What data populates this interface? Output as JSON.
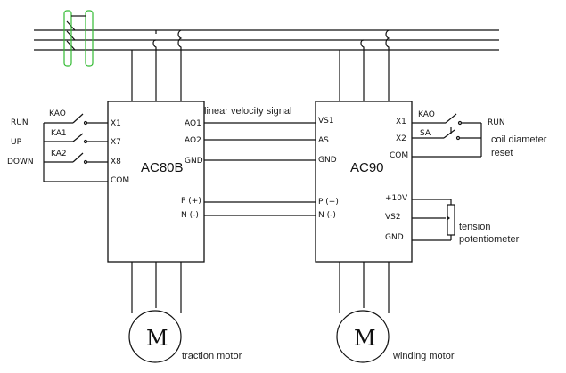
{
  "drives": {
    "left": {
      "name": "AC80B",
      "inputs": [
        "X1",
        "X7",
        "X8",
        "COM"
      ],
      "outputs": [
        "AO1",
        "AO2",
        "GND"
      ],
      "dc": [
        "P (+)",
        "N (-)"
      ]
    },
    "right": {
      "name": "AC90",
      "inputs": [
        "VS1",
        "AS",
        "GND"
      ],
      "dc": [
        "P (+)",
        "N (-)"
      ],
      "right_terms": [
        "X1",
        "X2",
        "COM"
      ],
      "pot_terms": [
        "+10V",
        "VS2",
        "GND"
      ]
    }
  },
  "left_controls": {
    "labels": [
      "RUN",
      "UP",
      "DOWN"
    ],
    "relays": [
      "KAO",
      "KA1",
      "KA2"
    ]
  },
  "right_controls": {
    "run_label": "RUN",
    "relays": [
      "KAO",
      "SA"
    ],
    "reset_label": [
      "coil diameter",
      "reset"
    ]
  },
  "signal_label": "linear velocity signal",
  "pot_label": [
    "tension",
    "potentiometer"
  ],
  "motors": {
    "left": {
      "symbol": "M",
      "label": "traction motor"
    },
    "right": {
      "symbol": "M",
      "label": "winding motor"
    }
  }
}
